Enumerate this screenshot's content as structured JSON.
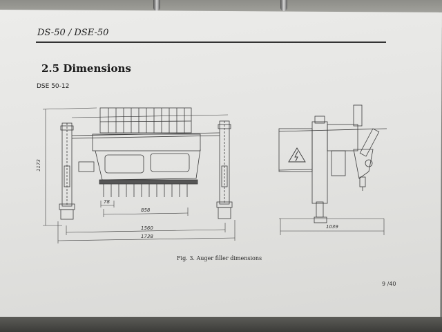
{
  "header": {
    "title": "DS-50 / DSE-50"
  },
  "section": {
    "heading": "2.5 Dimensions",
    "model": "DSE 50-12"
  },
  "drawing": {
    "front_view": {
      "height_dim": "1173",
      "pitch_dim": "78",
      "span_dim": "858",
      "width_inner_dim": "1560",
      "width_outer_dim": "1738"
    },
    "side_view": {
      "depth_dim": "1039"
    },
    "icons": [
      "warning-triangle-icon"
    ]
  },
  "caption": "Fig. 3. Auger filler dimensions",
  "page_number": "9 /40",
  "colors": {
    "paper": "#e6e6e4",
    "ink": "#333333"
  }
}
